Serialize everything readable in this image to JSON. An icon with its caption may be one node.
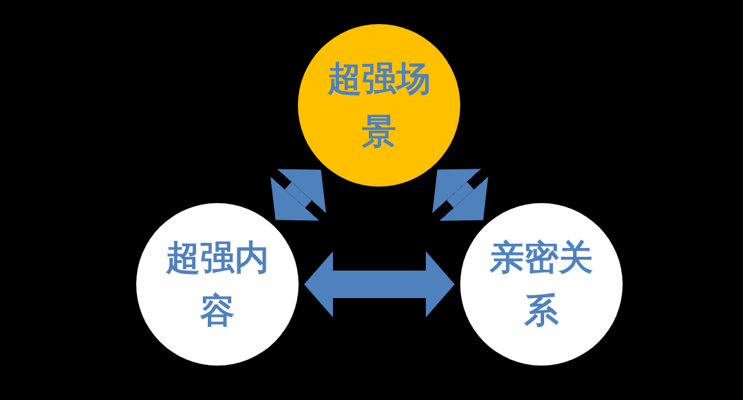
{
  "diagram": {
    "nodes": [
      {
        "text": [
          "超强场景"
        ]
      },
      {
        "text": [
          "超强内容"
        ]
      },
      {
        "text": [
          "亲密关系"
        ]
      }
    ],
    "edges": [
      {
        "from": 1,
        "to": 0,
        "arrow": "both"
      },
      {
        "from": 0,
        "to": 2,
        "arrow": "both"
      },
      {
        "from": 1,
        "to": 2,
        "arrow": "both"
      }
    ]
  }
}
